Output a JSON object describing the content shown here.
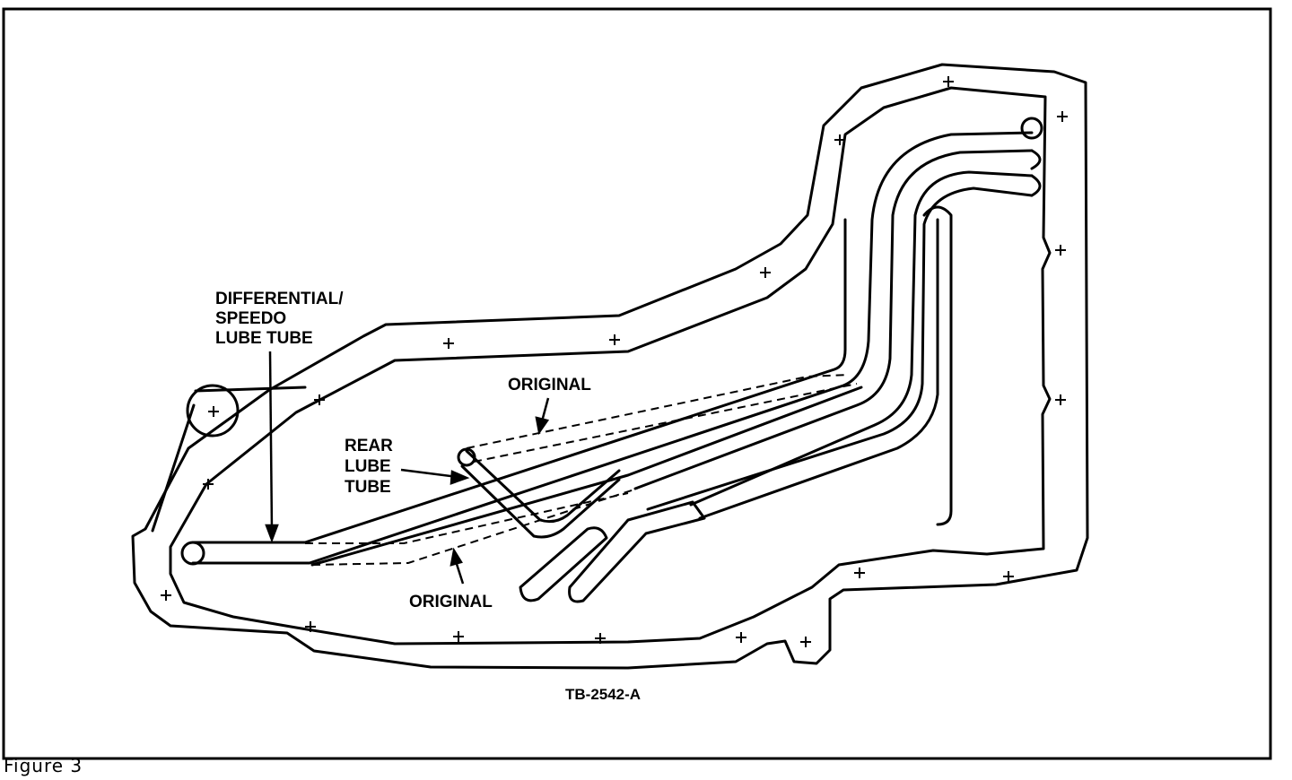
{
  "labels": {
    "differential_speedo_lube_tube": [
      "DIFFERENTIAL/",
      "SPEEDO",
      "LUBE TUBE"
    ],
    "rear_lube_tube": [
      "REAR",
      "LUBE",
      "TUBE"
    ],
    "original_upper": "ORIGINAL",
    "original_lower": "ORIGINAL"
  },
  "drawing_code": "TB-2542-A",
  "caption": "Figure 3",
  "colors": {
    "line": "#000000",
    "background": "#ffffff"
  },
  "icons": {
    "bolt_hole": "plus-mark"
  }
}
